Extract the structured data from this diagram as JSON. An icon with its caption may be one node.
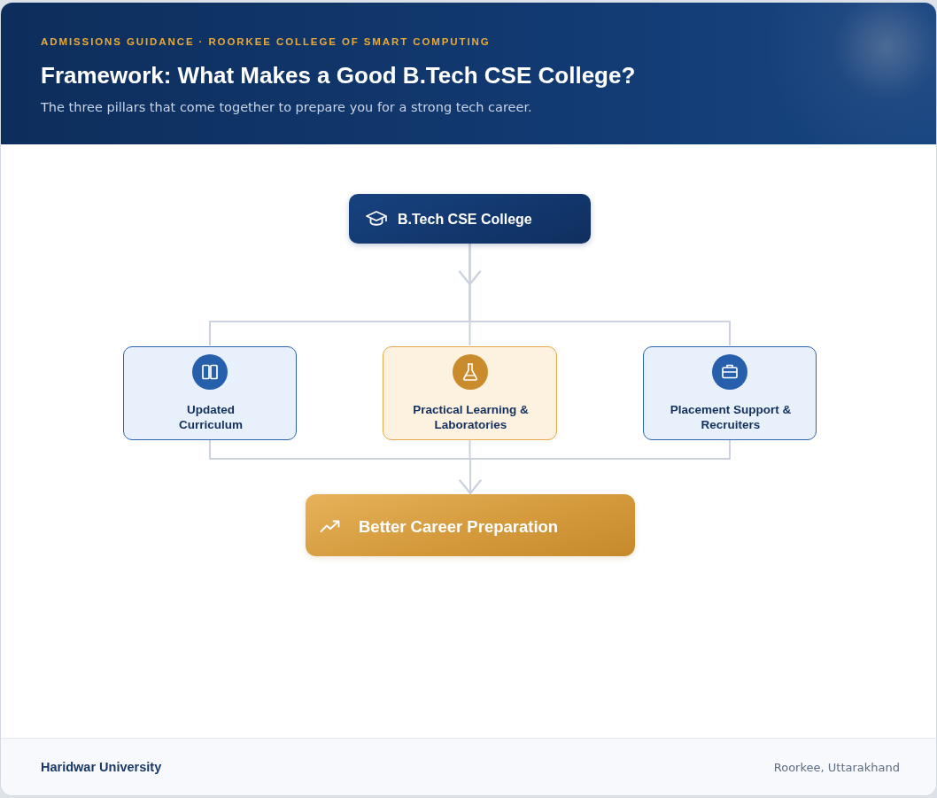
{
  "diagram": {
    "title": "Framework: What Makes a Good B.Tech CSE College?",
    "nodes": [
      {
        "text": [
          "B.Tech CSE College"
        ]
      },
      {
        "text": [
          "Updated Curriculum"
        ]
      },
      {
        "text": [
          "Practical Learning & Laboratories"
        ]
      },
      {
        "text": [
          "Placement Support & Recruiters"
        ]
      },
      {
        "text": [
          "Better Career Preparation"
        ]
      }
    ],
    "edges": [
      {
        "from": 0,
        "to": 1,
        "arrow": "to"
      },
      {
        "from": 0,
        "to": 2,
        "arrow": "to"
      },
      {
        "from": 0,
        "to": 3,
        "arrow": "to"
      },
      {
        "from": 1,
        "to": 4,
        "arrow": "to"
      },
      {
        "from": 2,
        "to": 4,
        "arrow": "to"
      },
      {
        "from": 3,
        "to": 4,
        "arrow": "to"
      }
    ],
    "labels": [
      "ADMISSIONS GUIDANCE · ROORKEE COLLEGE OF SMART COMPUTING",
      "The three pillars that come together to prepare you for a strong tech career.",
      "Haridwar University",
      "Roorkee, Uttarakhand"
    ]
  }
}
